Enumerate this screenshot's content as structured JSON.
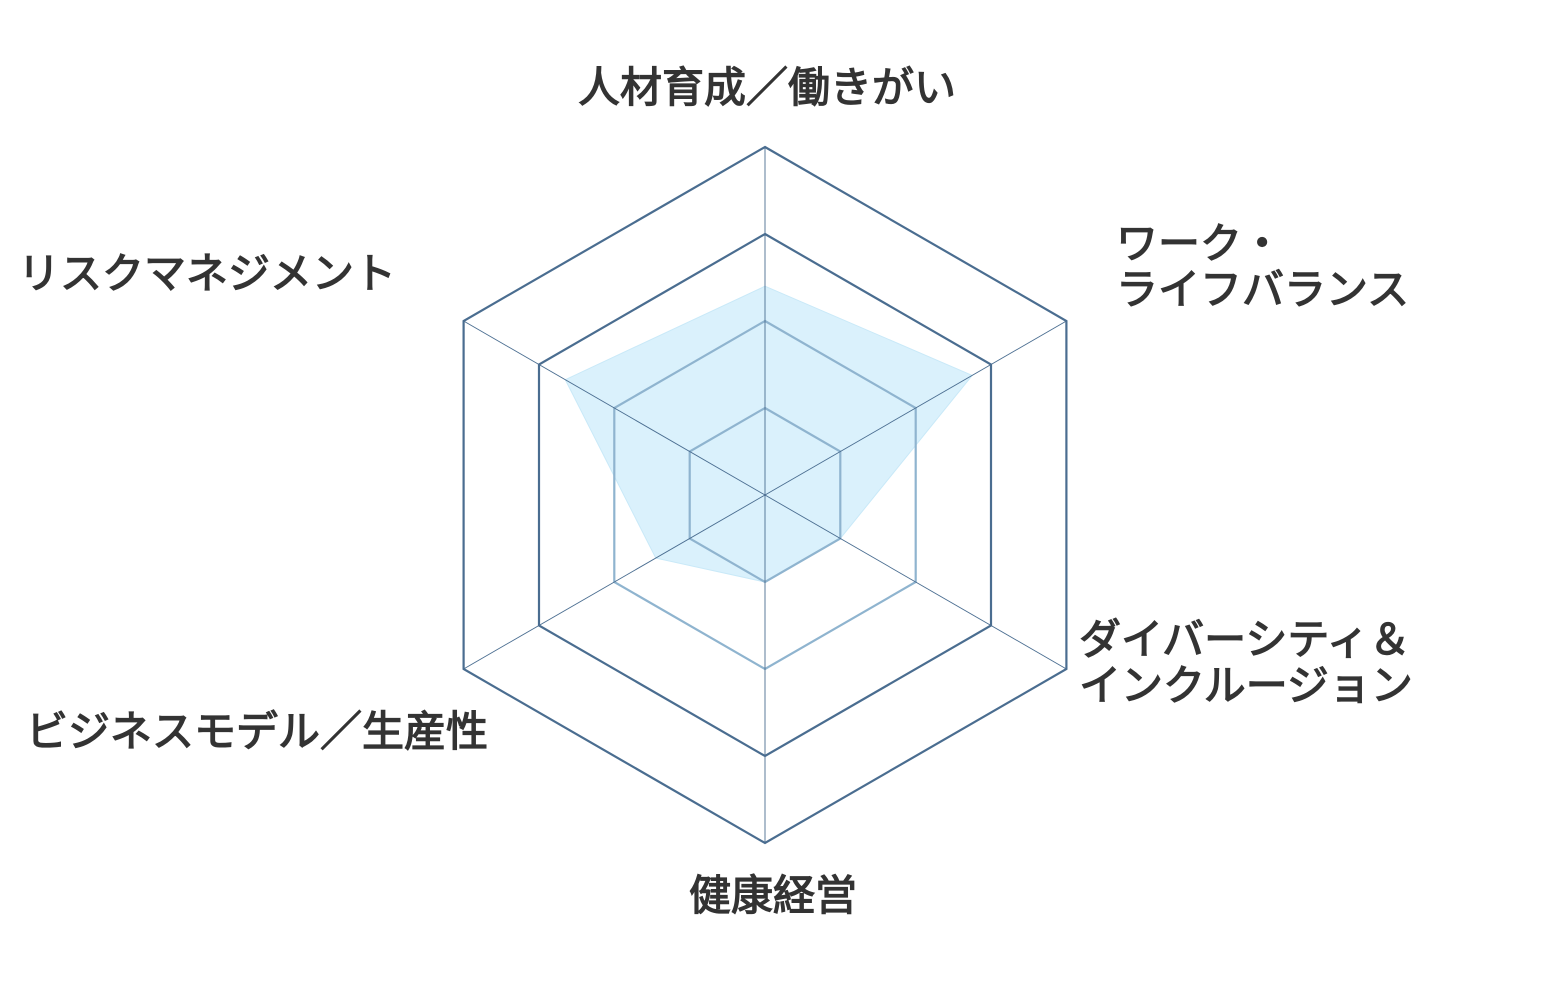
{
  "chart_data": {
    "type": "radar",
    "axes": [
      {
        "label_lines": [
          "人材育成／働きがい"
        ],
        "value": 4.8
      },
      {
        "label_lines": [
          "ワーク・",
          "ライフバランス"
        ],
        "value": 5.5
      },
      {
        "label_lines": [
          "ダイバーシティ＆",
          "インクルージョン"
        ],
        "value": 2.0
      },
      {
        "label_lines": [
          "健康経営"
        ],
        "value": 2.0
      },
      {
        "label_lines": [
          "ビジネスモデル／生産性"
        ],
        "value": 2.9
      },
      {
        "label_lines": [
          "リスクマネジメント"
        ],
        "value": 5.3
      }
    ],
    "rlim": [
      0,
      8
    ],
    "grid_levels": [
      2,
      4,
      6,
      8
    ],
    "colors": {
      "fill": "#daf1fc",
      "fill_edge": "#c9e9f8",
      "inner_grid": "#8fb4cf",
      "outer_grid": "#4a6d90",
      "spoke": "#4a6d90",
      "label": "#333333"
    }
  }
}
